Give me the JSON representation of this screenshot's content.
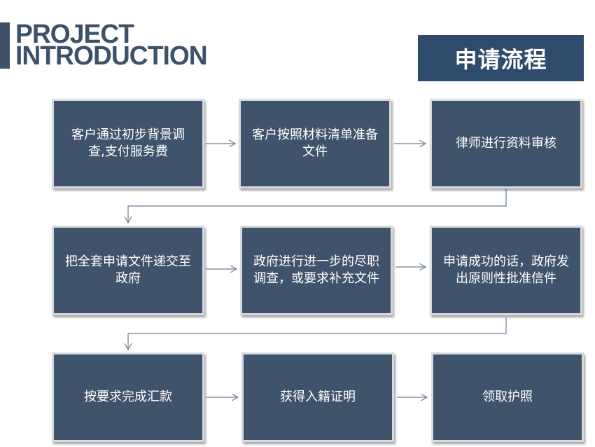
{
  "header": {
    "title_line1": "PROJECT",
    "title_line2": "INTRODUCTION",
    "badge": "申请流程"
  },
  "steps": [
    {
      "label": "客户通过初步背景调查,支付服务费"
    },
    {
      "label": "客户按照材料清单准备文件"
    },
    {
      "label": "律师进行资料审核"
    },
    {
      "label": "把全套申请文件递交至政府"
    },
    {
      "label": "政府进行进一步的尽职调查，或要求补充文件"
    },
    {
      "label": "申请成功的话，政府发出原则性批准信件"
    },
    {
      "label": "按要求完成汇款"
    },
    {
      "label": "获得入籍证明"
    },
    {
      "label": "领取护照"
    }
  ],
  "colors": {
    "box_fill": "#3f546b",
    "badge_fill": "#2f4b6b",
    "heading": "#3d5269",
    "connector": "#6b7f95"
  }
}
